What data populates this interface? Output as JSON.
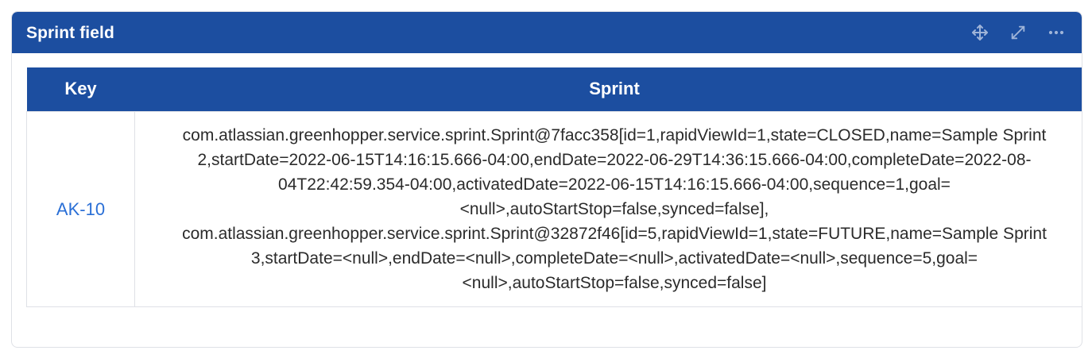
{
  "gadget": {
    "title": "Sprint field",
    "accent_color": "#1c4ea0",
    "border_color": "#dfe1e6",
    "link_color": "#2a6fd6",
    "actions": [
      {
        "name": "move-icon",
        "label": "Move"
      },
      {
        "name": "expand-icon",
        "label": "Expand"
      },
      {
        "name": "more-options-icon",
        "label": "More actions"
      }
    ]
  },
  "table": {
    "columns": [
      {
        "key": "key",
        "label": "Key"
      },
      {
        "key": "sprint",
        "label": "Sprint"
      }
    ],
    "rows": [
      {
        "key": "AK-10",
        "sprint": "com.atlassian.greenhopper.service.sprint.Sprint@7facc358[id=1,rapidViewId=1,state=CLOSED,name=Sample Sprint 2,startDate=2022-06-15T14:16:15.666-04:00,endDate=2022-06-29T14:36:15.666-04:00,completeDate=2022-08-04T22:42:59.354-04:00,activatedDate=2022-06-15T14:16:15.666-04:00,sequence=1,goal=<null>,autoStartStop=false,synced=false], com.atlassian.greenhopper.service.sprint.Sprint@32872f46[id=5,rapidViewId=1,state=FUTURE,name=Sample Sprint 3,startDate=<null>,endDate=<null>,completeDate=<null>,activatedDate=<null>,sequence=5,goal=<null>,autoStartStop=false,synced=false]"
      }
    ]
  }
}
